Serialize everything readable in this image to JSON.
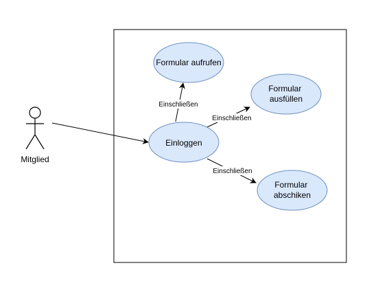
{
  "colors": {
    "use_case_fill": "#dae8fc",
    "use_case_stroke": "#6c8ebf",
    "line": "#000000",
    "background": "#ffffff"
  },
  "actor": {
    "label": "Mitglied"
  },
  "use_cases": {
    "formular_aufrufen": {
      "lines": [
        "Formular aufrufen"
      ]
    },
    "formular_ausfuellen": {
      "lines": [
        "Formular",
        "ausfüllen"
      ]
    },
    "einloggen": {
      "lines": [
        "Einloggen"
      ]
    },
    "formular_abschiken": {
      "lines": [
        "Formular",
        "abschiken"
      ]
    }
  },
  "relations": {
    "include_aufrufen": "Einschließen",
    "include_ausfuellen": "Einschließen",
    "include_abschiken": "Einschließen"
  }
}
